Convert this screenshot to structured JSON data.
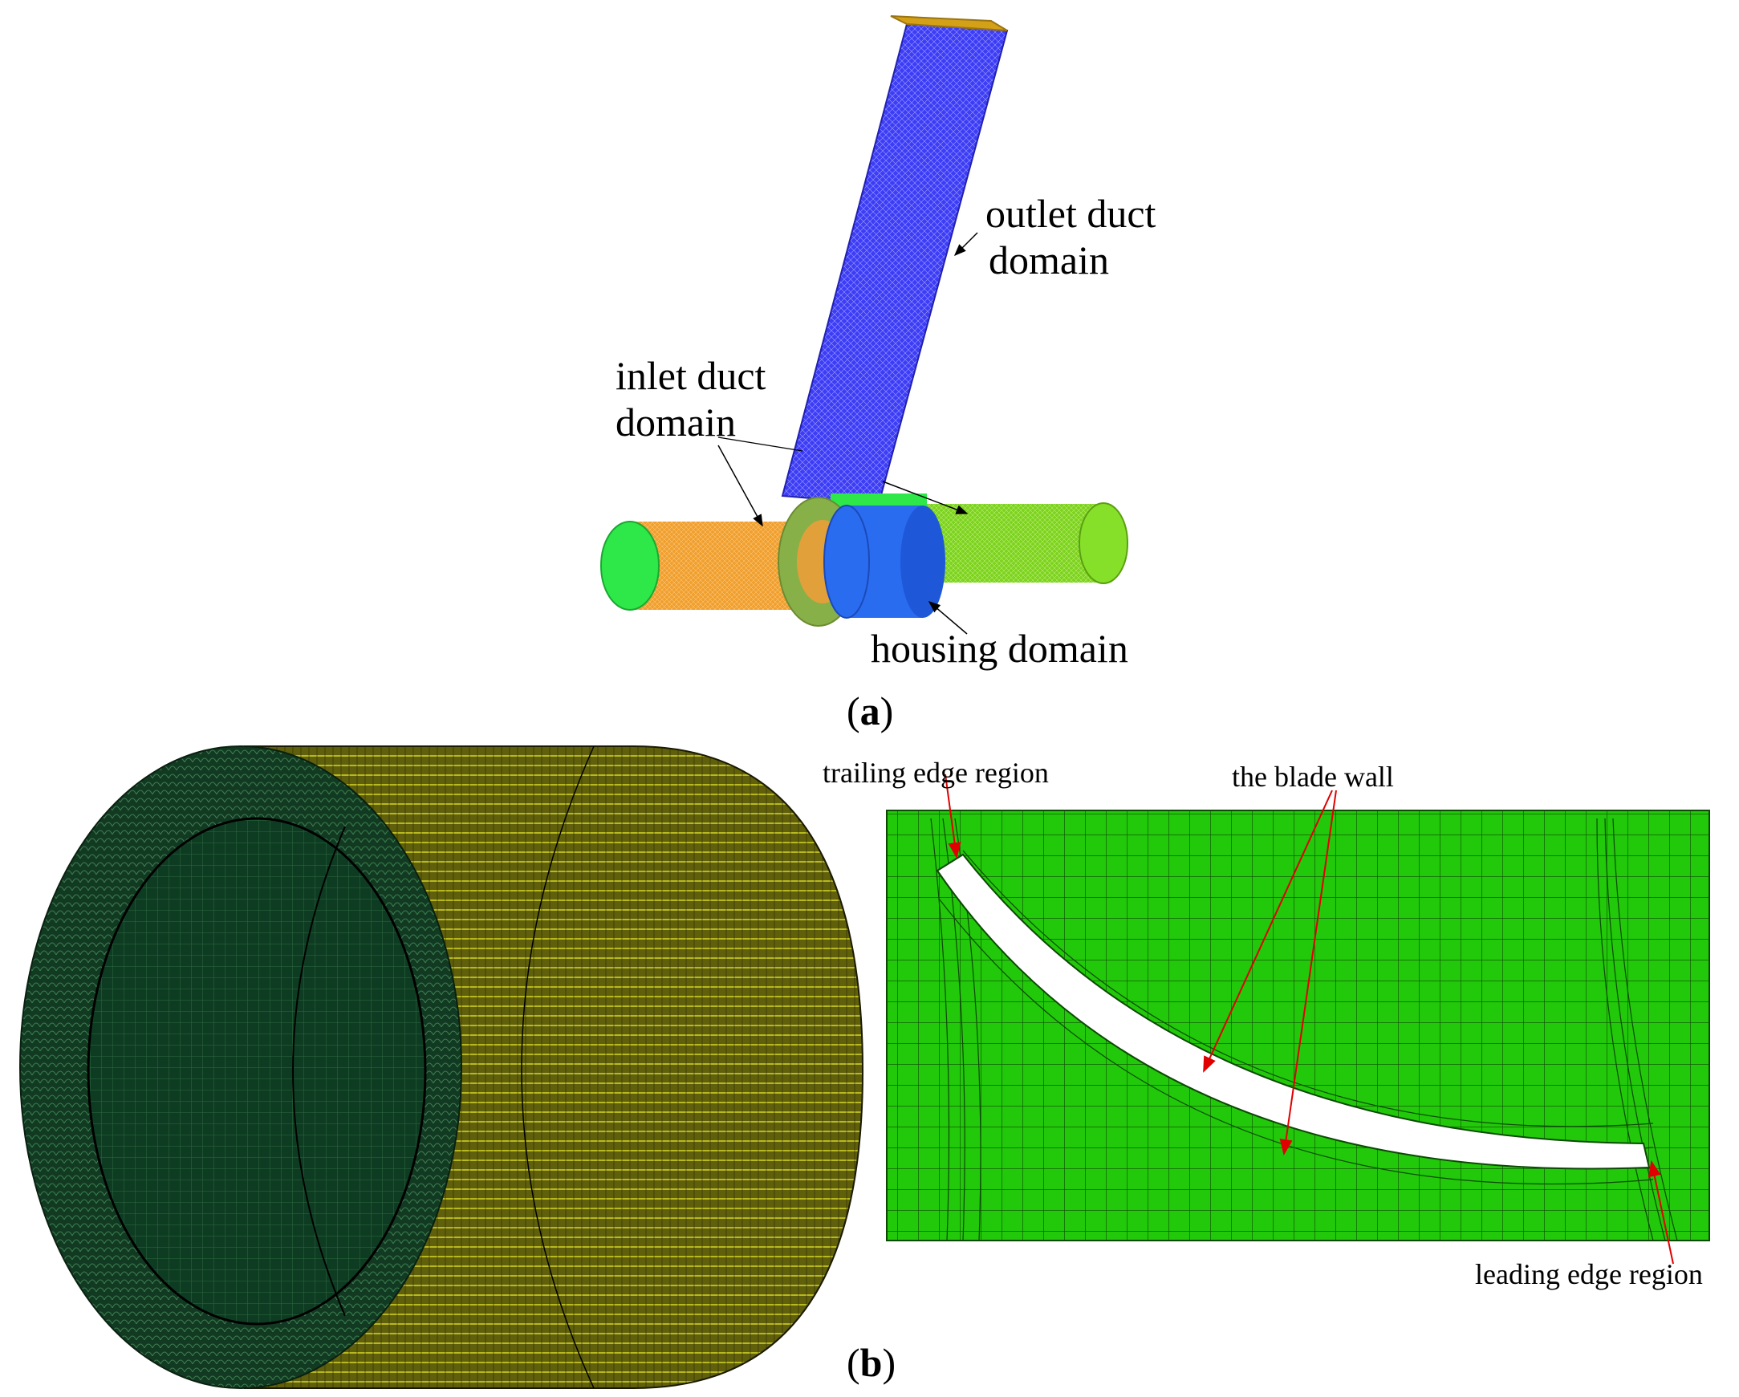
{
  "figure_a": {
    "labels": {
      "outlet_duct_line1": "outlet duct",
      "outlet_duct_line2": "domain",
      "inlet_duct_line1": "inlet duct",
      "inlet_duct_line2": "domain",
      "housing": "housing domain"
    },
    "caption_open": "(",
    "caption_letter": "a",
    "caption_close": ")",
    "colors": {
      "outlet_duct": "#3b3bf2",
      "outlet_top": "#d4a017",
      "inlet_duct": "#f0a030",
      "housing": "#2a6cf0",
      "outlet_pipe": "#7ed321",
      "inlet_cap": "#2ee84a"
    }
  },
  "figure_b": {
    "labels": {
      "trailing_edge": "trailing edge region",
      "blade_wall": "the blade wall",
      "leading_edge": "leading edge region"
    },
    "caption_open": "(",
    "caption_letter": "b",
    "caption_close": ")",
    "colors": {
      "mesh_green": "#22c80a",
      "cylinder_yellow": "#7a7a10",
      "cylinder_dark": "#0c3a1e",
      "annotation_red": "#e00000"
    }
  }
}
